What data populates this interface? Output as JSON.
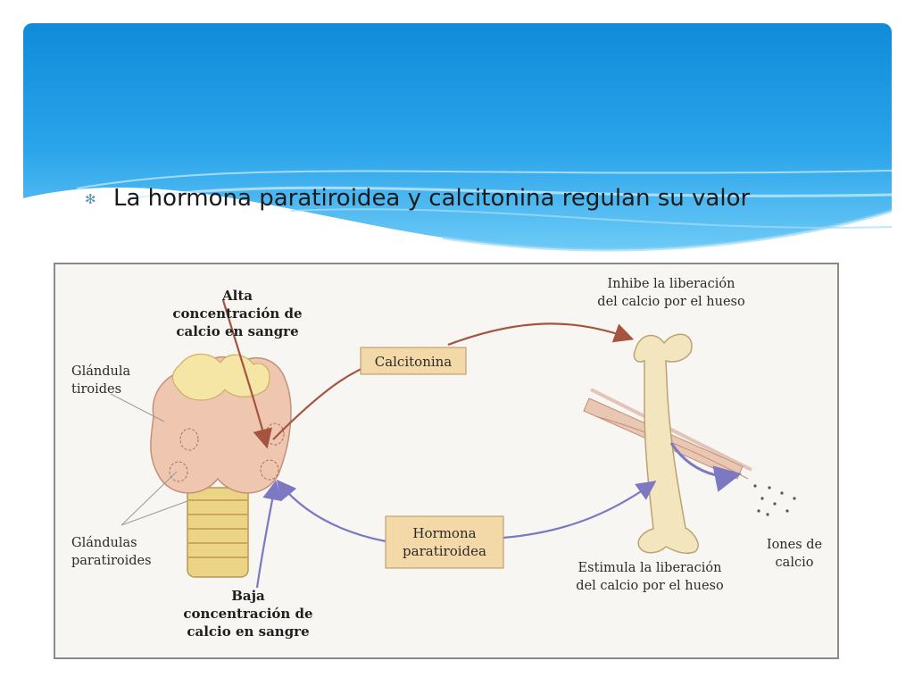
{
  "slide": {
    "bullet_text": "La hormona paratiroidea y calcitonina regulan su valor",
    "bullet_icon": "asterisk-bullet-icon"
  },
  "diagram": {
    "high_calcium": [
      "Alta",
      "concentración de",
      "calcio en sangre"
    ],
    "low_calcium": [
      "Baja",
      "concentración de",
      "calcio en sangre"
    ],
    "thyroid": [
      "Glándula",
      "tiroides"
    ],
    "parathyroid": [
      "Glándulas",
      "paratiroides"
    ],
    "calcitonin": "Calcitonina",
    "pth": [
      "Hormona",
      "paratiroidea"
    ],
    "inhibit": [
      "Inhibe la liberación",
      "del calcio por el hueso"
    ],
    "stimulate": [
      "Estimula la liberación",
      "del calcio por el hueso"
    ],
    "ions": [
      "Iones de",
      "calcio"
    ]
  },
  "colors": {
    "header_blue": "#1593dc",
    "calcitonin_arrow": "#a5543f",
    "pth_arrow": "#7d78c2",
    "label_box": "#f4d9a8",
    "bone": "#f3e6bf",
    "thyroid": "#efc6b0",
    "trachea": "#ecd487"
  }
}
